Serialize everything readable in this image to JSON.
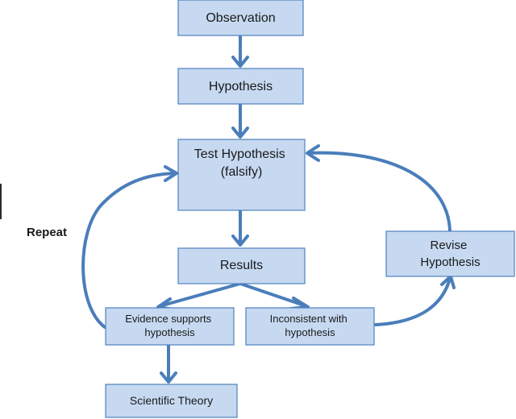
{
  "diagram": {
    "nodes": {
      "observation": {
        "lines": [
          "Observation"
        ]
      },
      "hypothesis": {
        "lines": [
          "Hypothesis"
        ]
      },
      "test_hypothesis": {
        "lines": [
          "Test Hypothesis",
          "(falsify)"
        ]
      },
      "results": {
        "lines": [
          "Results"
        ]
      },
      "evidence_supports": {
        "lines": [
          "Evidence supports",
          "hypothesis"
        ]
      },
      "inconsistent": {
        "lines": [
          "Inconsistent with",
          "hypothesis"
        ]
      },
      "scientific_theory": {
        "lines": [
          "Scientific Theory"
        ]
      },
      "revise_hypothesis": {
        "lines": [
          "Revise",
          "Hypothesis"
        ]
      }
    },
    "repeat_label": "Repeat",
    "colors": {
      "box_fill": "#c6d9f1",
      "box_border": "#4f81bd",
      "arrow": "#4a7ebb"
    }
  }
}
